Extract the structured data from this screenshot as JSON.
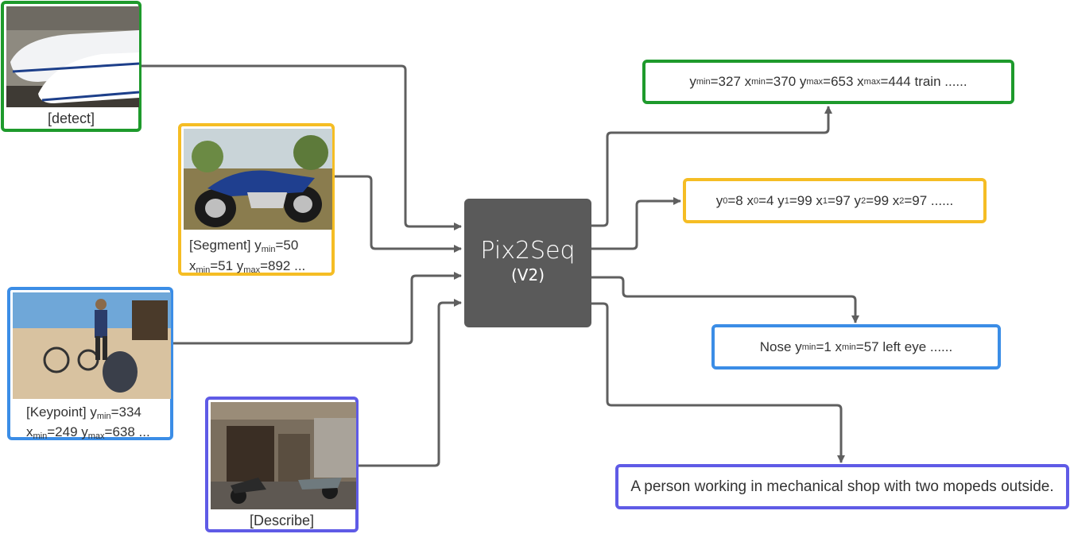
{
  "model": {
    "name": "Pix2Seq",
    "version": "(V2)"
  },
  "inputs": {
    "detect": {
      "label": "[detect]",
      "image": "photo of two white bullet trains"
    },
    "segment": {
      "line1": {
        "prefix": "[Segment] y",
        "sub1": "min",
        "suffix": "=50"
      },
      "line2": {
        "a": "x",
        "a_sub": "min",
        "a_val": "=51  y",
        "b_sub": "max",
        "b_val": "=892 ...",
        "b": ""
      },
      "image": "photo of a parked motorcycle"
    },
    "keypoint": {
      "line1": {
        "prefix": "[Keypoint] y",
        "sub1": "min",
        "suffix": "=334"
      },
      "line2": {
        "a": "x",
        "a_sub": "min",
        "a_val": "=249 y",
        "b_sub": "max",
        "b_val": "=638 ..."
      },
      "image": "photo of a person with bicycles in desert"
    },
    "describe": {
      "label": "[Describe]",
      "image": "photo of a mechanical shop with mopeds"
    }
  },
  "outputs": {
    "detect": {
      "t1": "y",
      "s1": "min",
      "t2": "=327 x",
      "s2": "min",
      "t3": "=370 y",
      "s3": "max",
      "t4": "=653 x",
      "s4": "max",
      "t5": "=444 train ......"
    },
    "segment": {
      "t1": "y",
      "s1": "0",
      "t2": "=8 x",
      "s2": "0",
      "t3": "=4 y",
      "s3": "1",
      "t4": "=99 x",
      "s4": "1",
      "t5": "=97 y",
      "s5": "2",
      "t6": "=99 x",
      "s6": "2",
      "t7": "=97  ......"
    },
    "keypoint": {
      "t1": "Nose y",
      "s1": "min",
      "t2": "=1 x",
      "s2": "min",
      "t3": "=57 left eye ......"
    },
    "describe": {
      "text": "A person working in mechanical shop with two mopeds outside."
    }
  },
  "colors": {
    "detect": "#1e9a2c",
    "segment": "#f5bd24",
    "keypoint": "#3b8de6",
    "describe": "#5f5be6",
    "model": "#5a5a5a",
    "arrow": "#5f5f5f"
  }
}
